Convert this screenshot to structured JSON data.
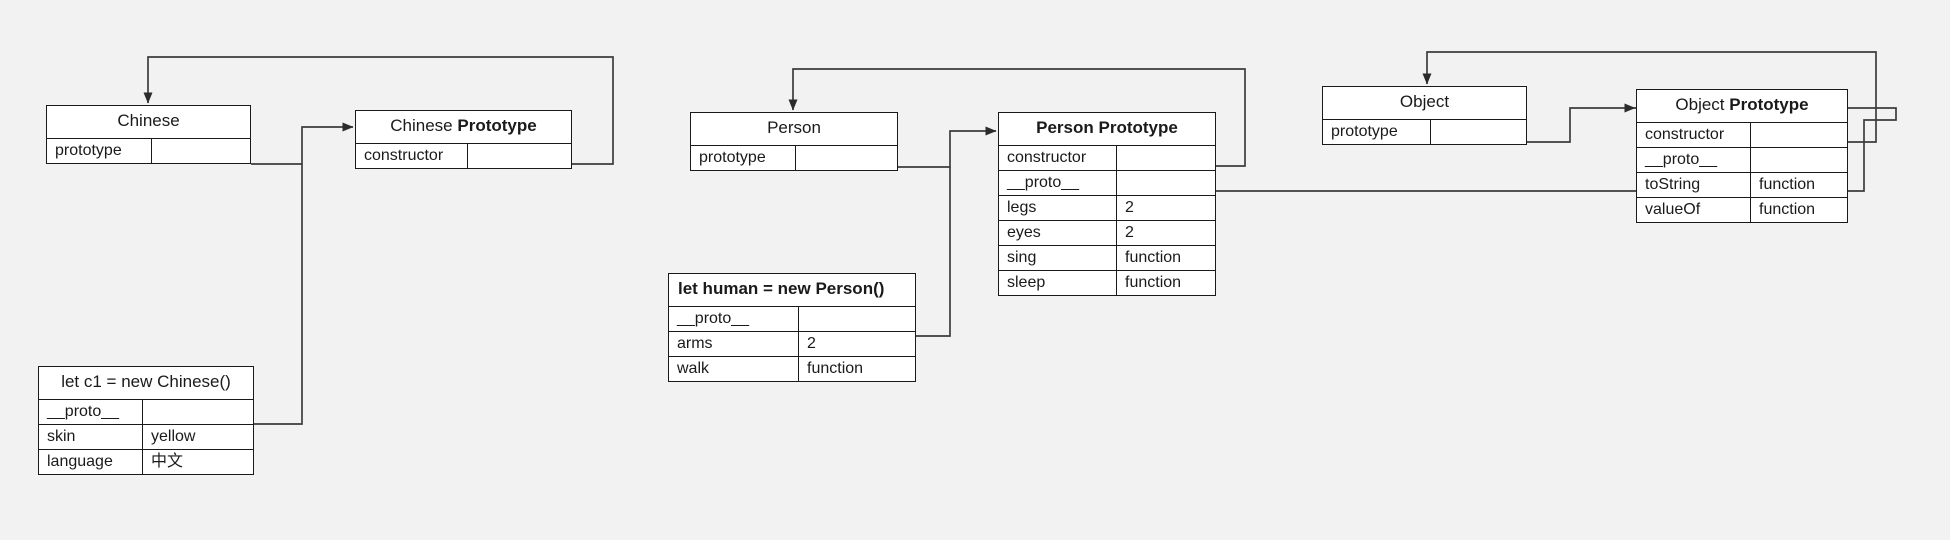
{
  "diagram": {
    "title": "JavaScript prototype chain diagram",
    "background_color": "#f2f2f2",
    "line_color": "#3d3d3d",
    "box_border_color": "#1a1a1a",
    "box_fill_color": "#ffffff"
  },
  "nodes": {
    "chinese": {
      "title": "Chinese",
      "rows": [
        {
          "key": "prototype",
          "value": ""
        }
      ]
    },
    "chinese_prototype": {
      "title_plain": "Chinese ",
      "title_bold": "Prototype",
      "rows": [
        {
          "key": "constructor",
          "value": ""
        }
      ]
    },
    "c1": {
      "title": "let c1 = new Chinese()",
      "rows": [
        {
          "key": "__proto__",
          "value": ""
        },
        {
          "key": "skin",
          "value": "yellow"
        },
        {
          "key": "language",
          "value": "中文"
        }
      ]
    },
    "person": {
      "title": "Person",
      "rows": [
        {
          "key": "prototype",
          "value": ""
        }
      ]
    },
    "person_prototype": {
      "title_bold": "Person Prototype",
      "rows": [
        {
          "key": "constructor",
          "value": ""
        },
        {
          "key": "__proto__",
          "value": ""
        },
        {
          "key": "legs",
          "value": "2"
        },
        {
          "key": "eyes",
          "value": "2"
        },
        {
          "key": "sing",
          "value": "function"
        },
        {
          "key": "sleep",
          "value": "function"
        }
      ]
    },
    "human": {
      "title": "let human = new Person()",
      "rows": [
        {
          "key": "__proto__",
          "value": ""
        },
        {
          "key": "arms",
          "value": "2"
        },
        {
          "key": "walk",
          "value": "function"
        }
      ]
    },
    "object": {
      "title": "Object",
      "rows": [
        {
          "key": "prototype",
          "value": ""
        }
      ]
    },
    "object_prototype": {
      "title_plain": "Object ",
      "title_bold": "Prototype",
      "rows": [
        {
          "key": "constructor",
          "value": ""
        },
        {
          "key": "__proto__",
          "value": ""
        },
        {
          "key": "toString",
          "value": "function"
        },
        {
          "key": "valueOf",
          "value": "function"
        }
      ]
    }
  },
  "edges": [
    {
      "name": "chinese-prototype-to-chinese-prototype-box",
      "from": "chinese.prototype",
      "to": "chinese_prototype.title"
    },
    {
      "name": "chinese-prototype-constructor-to-chinese",
      "from": "chinese_prototype.constructor",
      "to": "chinese.title"
    },
    {
      "name": "c1-proto-to-chinese-prototype",
      "from": "c1.__proto__",
      "to": "chinese_prototype.title"
    },
    {
      "name": "person-prototype-to-person-prototype-box",
      "from": "person.prototype",
      "to": "person_prototype.title"
    },
    {
      "name": "person-prototype-constructor-to-person",
      "from": "person_prototype.constructor",
      "to": "person.title"
    },
    {
      "name": "human-proto-to-person-prototype",
      "from": "human.__proto__",
      "to": "person_prototype.title"
    },
    {
      "name": "person-prototype-proto-to-object-prototype",
      "from": "person_prototype.__proto__",
      "to": "object_prototype.title"
    },
    {
      "name": "object-prototype-to-object-prototype-box",
      "from": "object.prototype",
      "to": "object_prototype.title"
    },
    {
      "name": "object-prototype-constructor-to-object",
      "from": "object_prototype.constructor",
      "to": "object.title"
    }
  ]
}
